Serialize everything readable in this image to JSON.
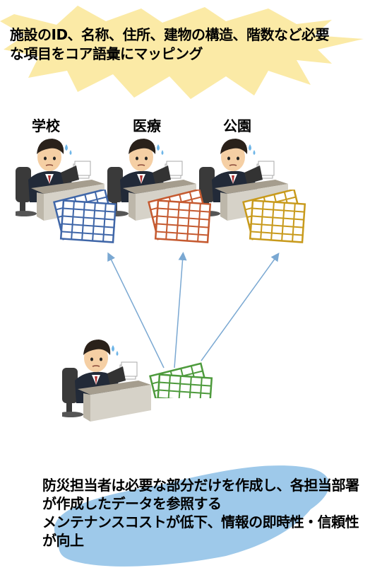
{
  "header": {
    "text": "施設のID、名称、住所、建物の構造、階数など必要な項目をコア語彙にマッピング"
  },
  "departments": [
    {
      "label": "学校",
      "sheet_color": "#3f66a8"
    },
    {
      "label": "医療",
      "sheet_color": "#c55a30"
    },
    {
      "label": "公園",
      "sheet_color": "#c89a1c"
    }
  ],
  "disaster_sheet_color": "#4d9a3c",
  "footer": {
    "line1": "防災担当者は必要な部分だけを作成し、各担当部署が作成したデータを参照する",
    "line2": "メンテナンスコストが低下、情報の即時性・信頼性が向上"
  },
  "colors": {
    "burst": "#fbeaa6",
    "cloud": "#9ec9ea",
    "arrow": "#7aa8d2"
  }
}
